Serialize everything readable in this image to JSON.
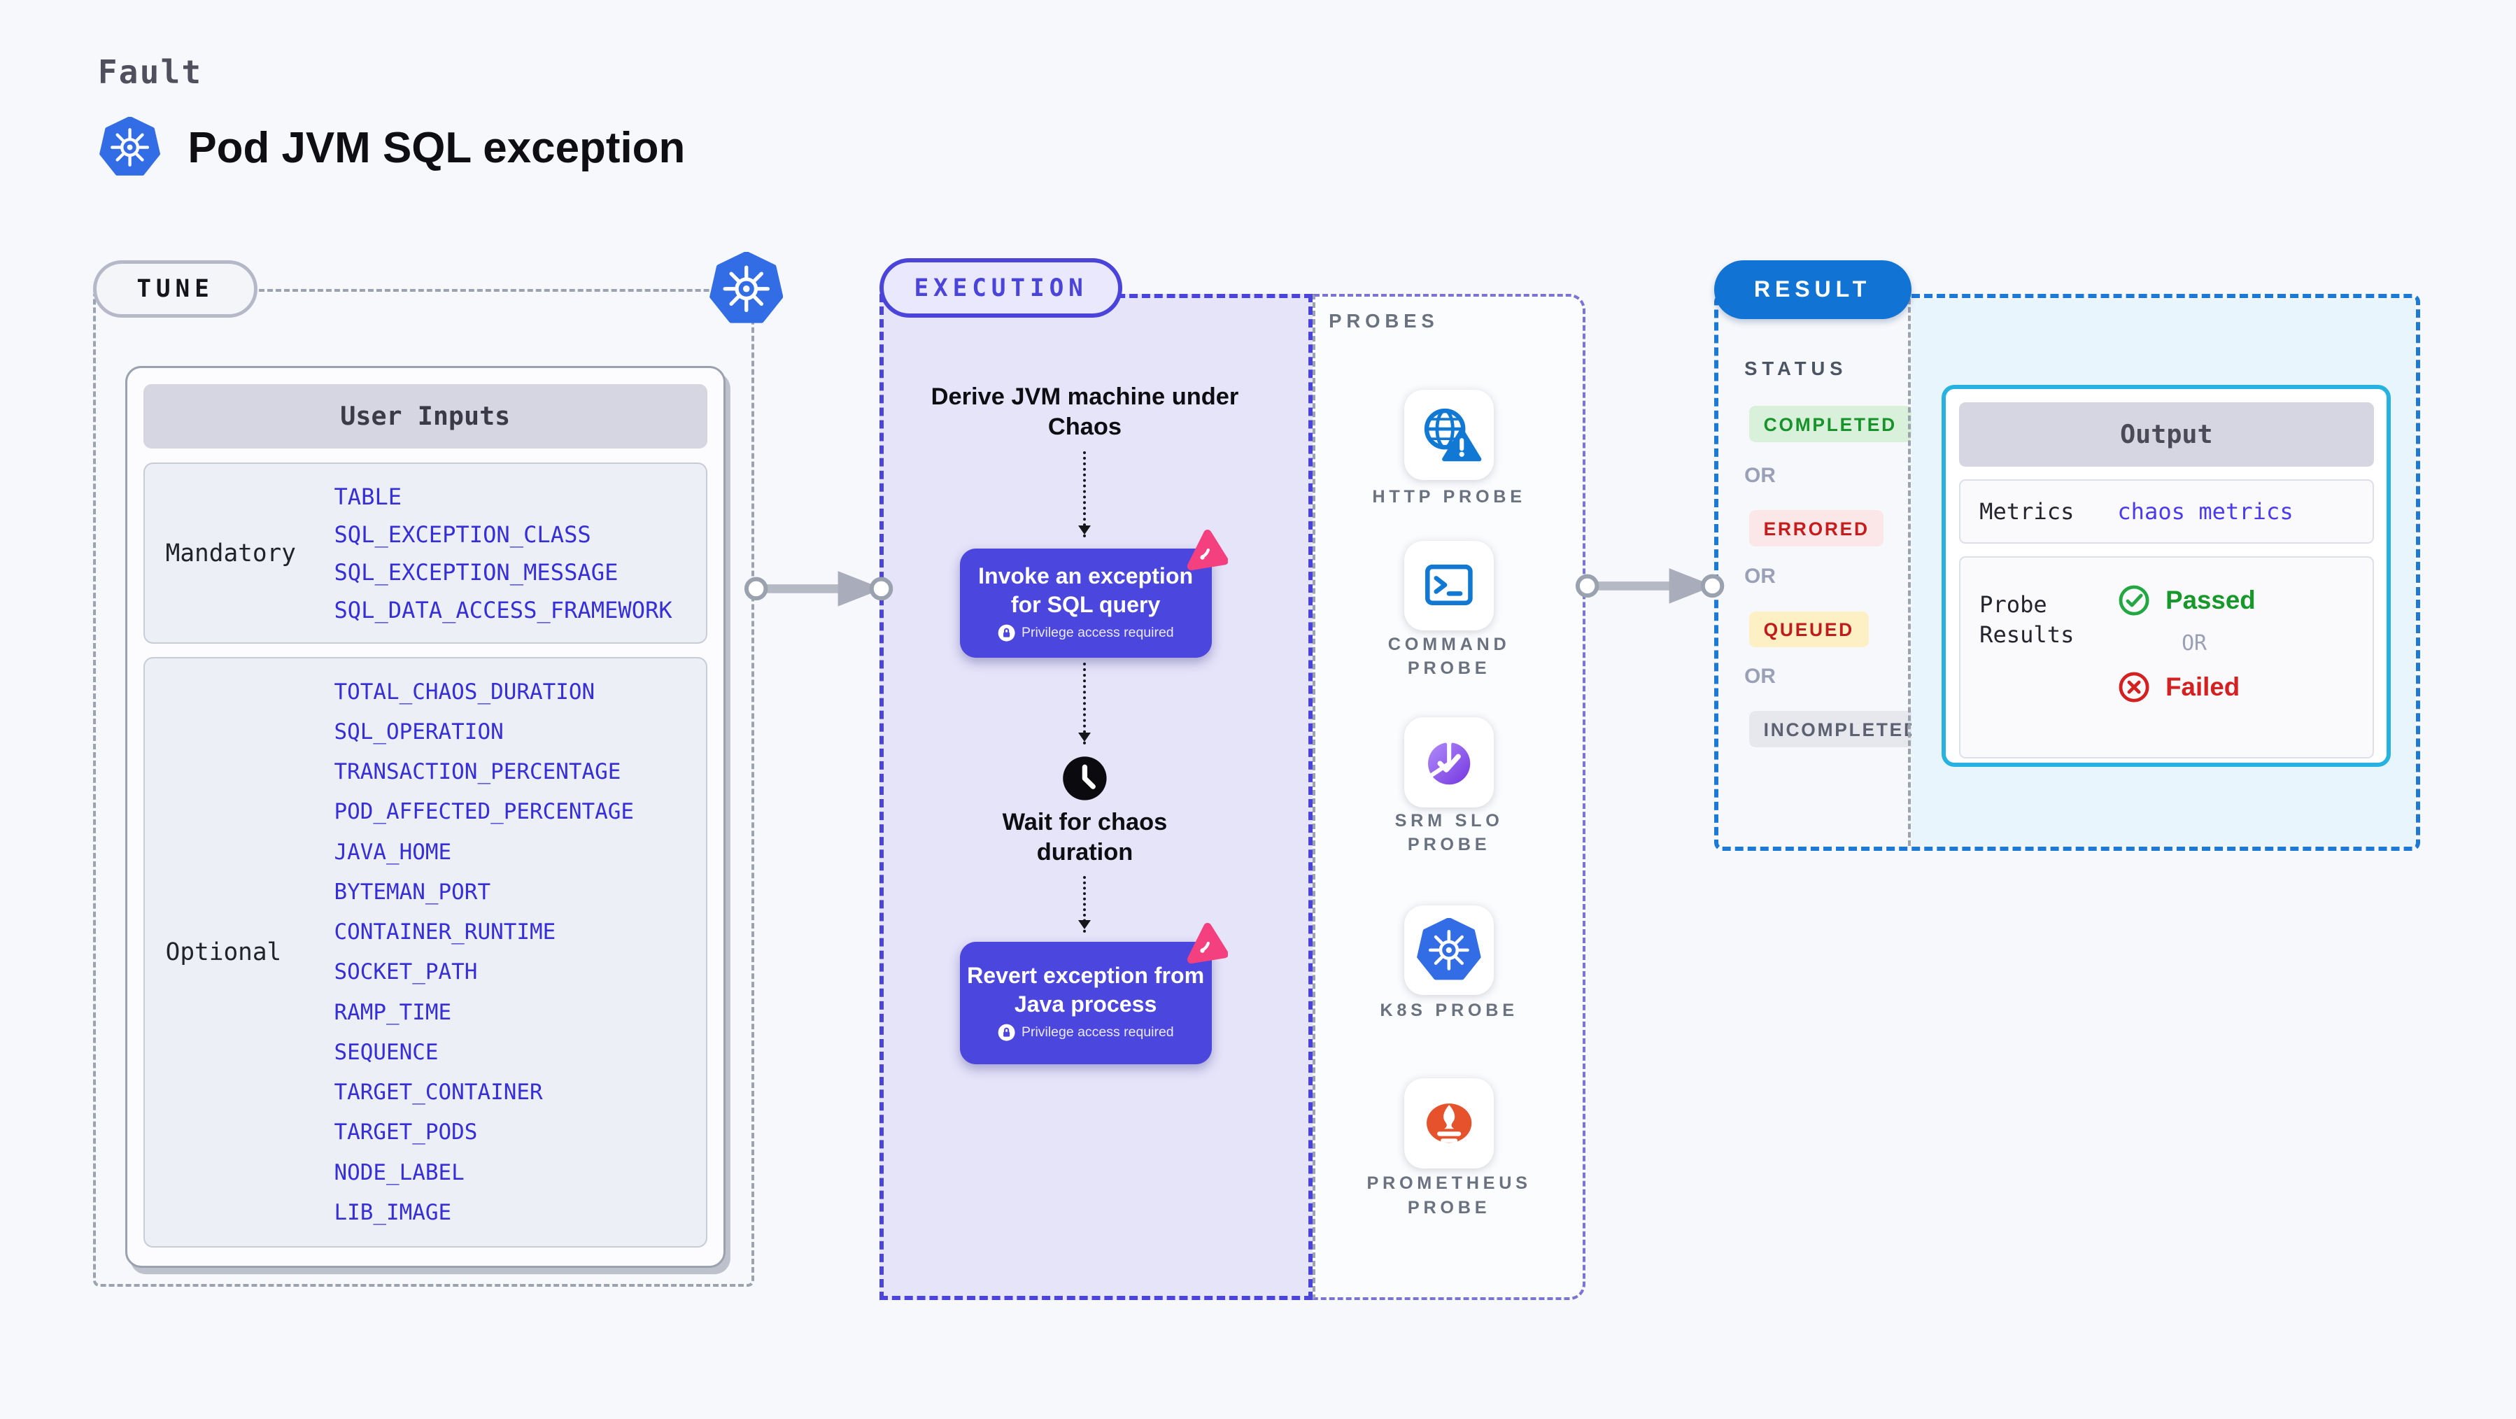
{
  "header": {
    "kicker": "Fault",
    "title": "Pod JVM SQL exception"
  },
  "tune": {
    "badge": "TUNE",
    "card": {
      "header": "User Inputs",
      "mandatory_label": "Mandatory",
      "mandatory_items": [
        "TABLE",
        "SQL_EXCEPTION_CLASS",
        "SQL_EXCEPTION_MESSAGE",
        "SQL_DATA_ACCESS_FRAMEWORK"
      ],
      "optional_label": "Optional",
      "optional_items": [
        "TOTAL_CHAOS_DURATION",
        "SQL_OPERATION",
        "TRANSACTION_PERCENTAGE",
        "POD_AFFECTED_PERCENTAGE",
        "JAVA_HOME",
        "BYTEMAN_PORT",
        "CONTAINER_RUNTIME",
        "SOCKET_PATH",
        "RAMP_TIME",
        "SEQUENCE",
        "TARGET_CONTAINER",
        "TARGET_PODS",
        "NODE_LABEL",
        "LIB_IMAGE"
      ]
    }
  },
  "execution": {
    "badge": "EXECUTION",
    "derive_step": "Derive JVM machine under Chaos",
    "invoke_step": "Invoke an exception for SQL query",
    "wait_step": "Wait for chaos duration",
    "revert_step": "Revert exception from Java process",
    "privilege_note": "Privilege access required"
  },
  "probes": {
    "heading": "PROBES",
    "items": [
      {
        "icon": "http-globe-warning-icon",
        "label": "HTTP PROBE"
      },
      {
        "icon": "command-terminal-icon",
        "label": "COMMAND PROBE"
      },
      {
        "icon": "srm-slo-gauge-icon",
        "label": "SRM SLO PROBE"
      },
      {
        "icon": "kubernetes-icon",
        "label": "K8S PROBE"
      },
      {
        "icon": "prometheus-flame-icon",
        "label": "PROMETHEUS PROBE"
      }
    ]
  },
  "result": {
    "badge": "RESULT",
    "status_heading": "STATUS",
    "or_label": "OR",
    "statuses": [
      {
        "label": "COMPLETED",
        "text_color": "#18922b",
        "bg_color": "#d9f1da"
      },
      {
        "label": "ERRORED",
        "text_color": "#c61c1c",
        "bg_color": "#fbe7e7"
      },
      {
        "label": "QUEUED",
        "text_color": "#bf1d1d",
        "bg_color": "#fdf0c4"
      },
      {
        "label": "INCOMPLETED",
        "text_color": "#5c6070",
        "bg_color": "#e7e7ee"
      }
    ],
    "output": {
      "header": "Output",
      "metrics_label": "Metrics",
      "metrics_value": "chaos metrics",
      "probe_results_label": "Probe Results",
      "passed_label": "Passed",
      "failed_label": "Failed"
    }
  },
  "colors": {
    "page_bg": "#f7f8fb",
    "indigo_accent": "#4b46dd",
    "execution_panel_bg": "#e6e4f9",
    "result_badge_blue": "#1173d4",
    "output_border_cyan": "#27b2e2",
    "kubernetes_blue": "#326de6",
    "probe_icon_blue": "#1178d4",
    "prometheus_orange": "#e6522c",
    "srm_purple": "#7c3aed",
    "chaos_pink": "#f4407f",
    "passed_green": "#17982b",
    "failed_red": "#d42020",
    "item_text_blue": "#362fd7"
  }
}
